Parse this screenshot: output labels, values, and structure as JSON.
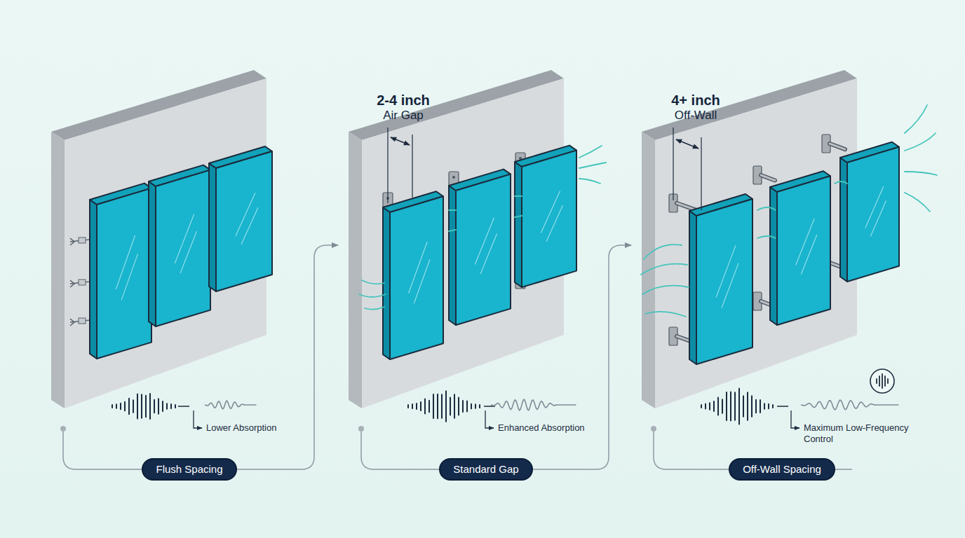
{
  "diagram": {
    "nodes": [
      {
        "text": [
          "Flush Spacing"
        ]
      },
      {
        "text": [
          "Standard Gap"
        ]
      },
      {
        "text": [
          "Off-Wall Spacing"
        ]
      }
    ],
    "labels": [
      "2-4 inch",
      "Air Gap",
      "4+ inch",
      "Off-Wall",
      "Lower Absorption",
      "Enhanced Absorption",
      "Maximum Low-Frequency Control"
    ]
  }
}
